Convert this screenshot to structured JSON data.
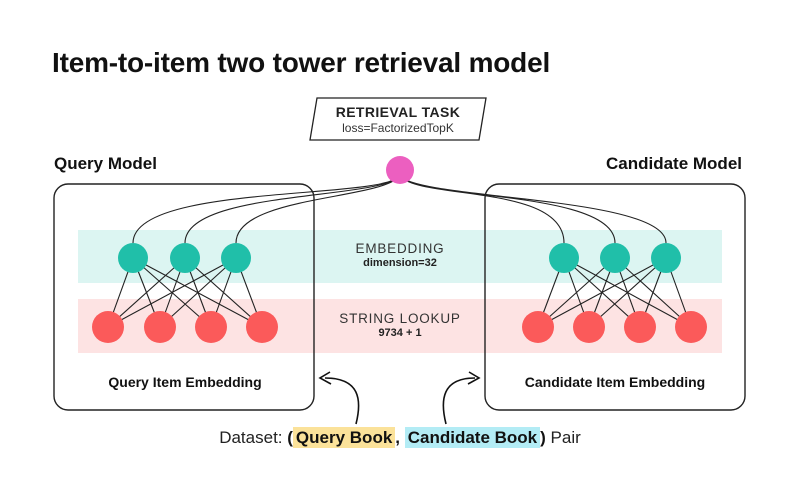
{
  "title": "Item-to-item two tower retrieval model",
  "task": {
    "title": "RETRIEVAL TASK",
    "loss": "loss=FactorizedTopK"
  },
  "models": {
    "query_label": "Query Model",
    "candidate_label": "Candidate Model"
  },
  "layers": {
    "embedding": {
      "label": "EMBEDDING",
      "detail": "dimension=32"
    },
    "lookup": {
      "label": "STRING LOOKUP",
      "detail": "9734 + 1"
    }
  },
  "captions": {
    "query": "Query Item Embedding",
    "candidate": "Candidate Item Embedding"
  },
  "dataset": {
    "prefix": "Dataset: ",
    "open": "(",
    "query": "Query Book",
    "comma": ", ",
    "candidate": "Candidate Book",
    "close": ")",
    "suffix": " Pair"
  },
  "colors": {
    "embedding_band": "#dcf5f2",
    "lookup_band": "#fde3e3",
    "embedding_node": "#20bfa9",
    "lookup_node": "#fb5a5a",
    "task_node": "#ec5fc0",
    "query_highlight": "#fbe29a",
    "candidate_highlight": "#b3ecf5"
  }
}
